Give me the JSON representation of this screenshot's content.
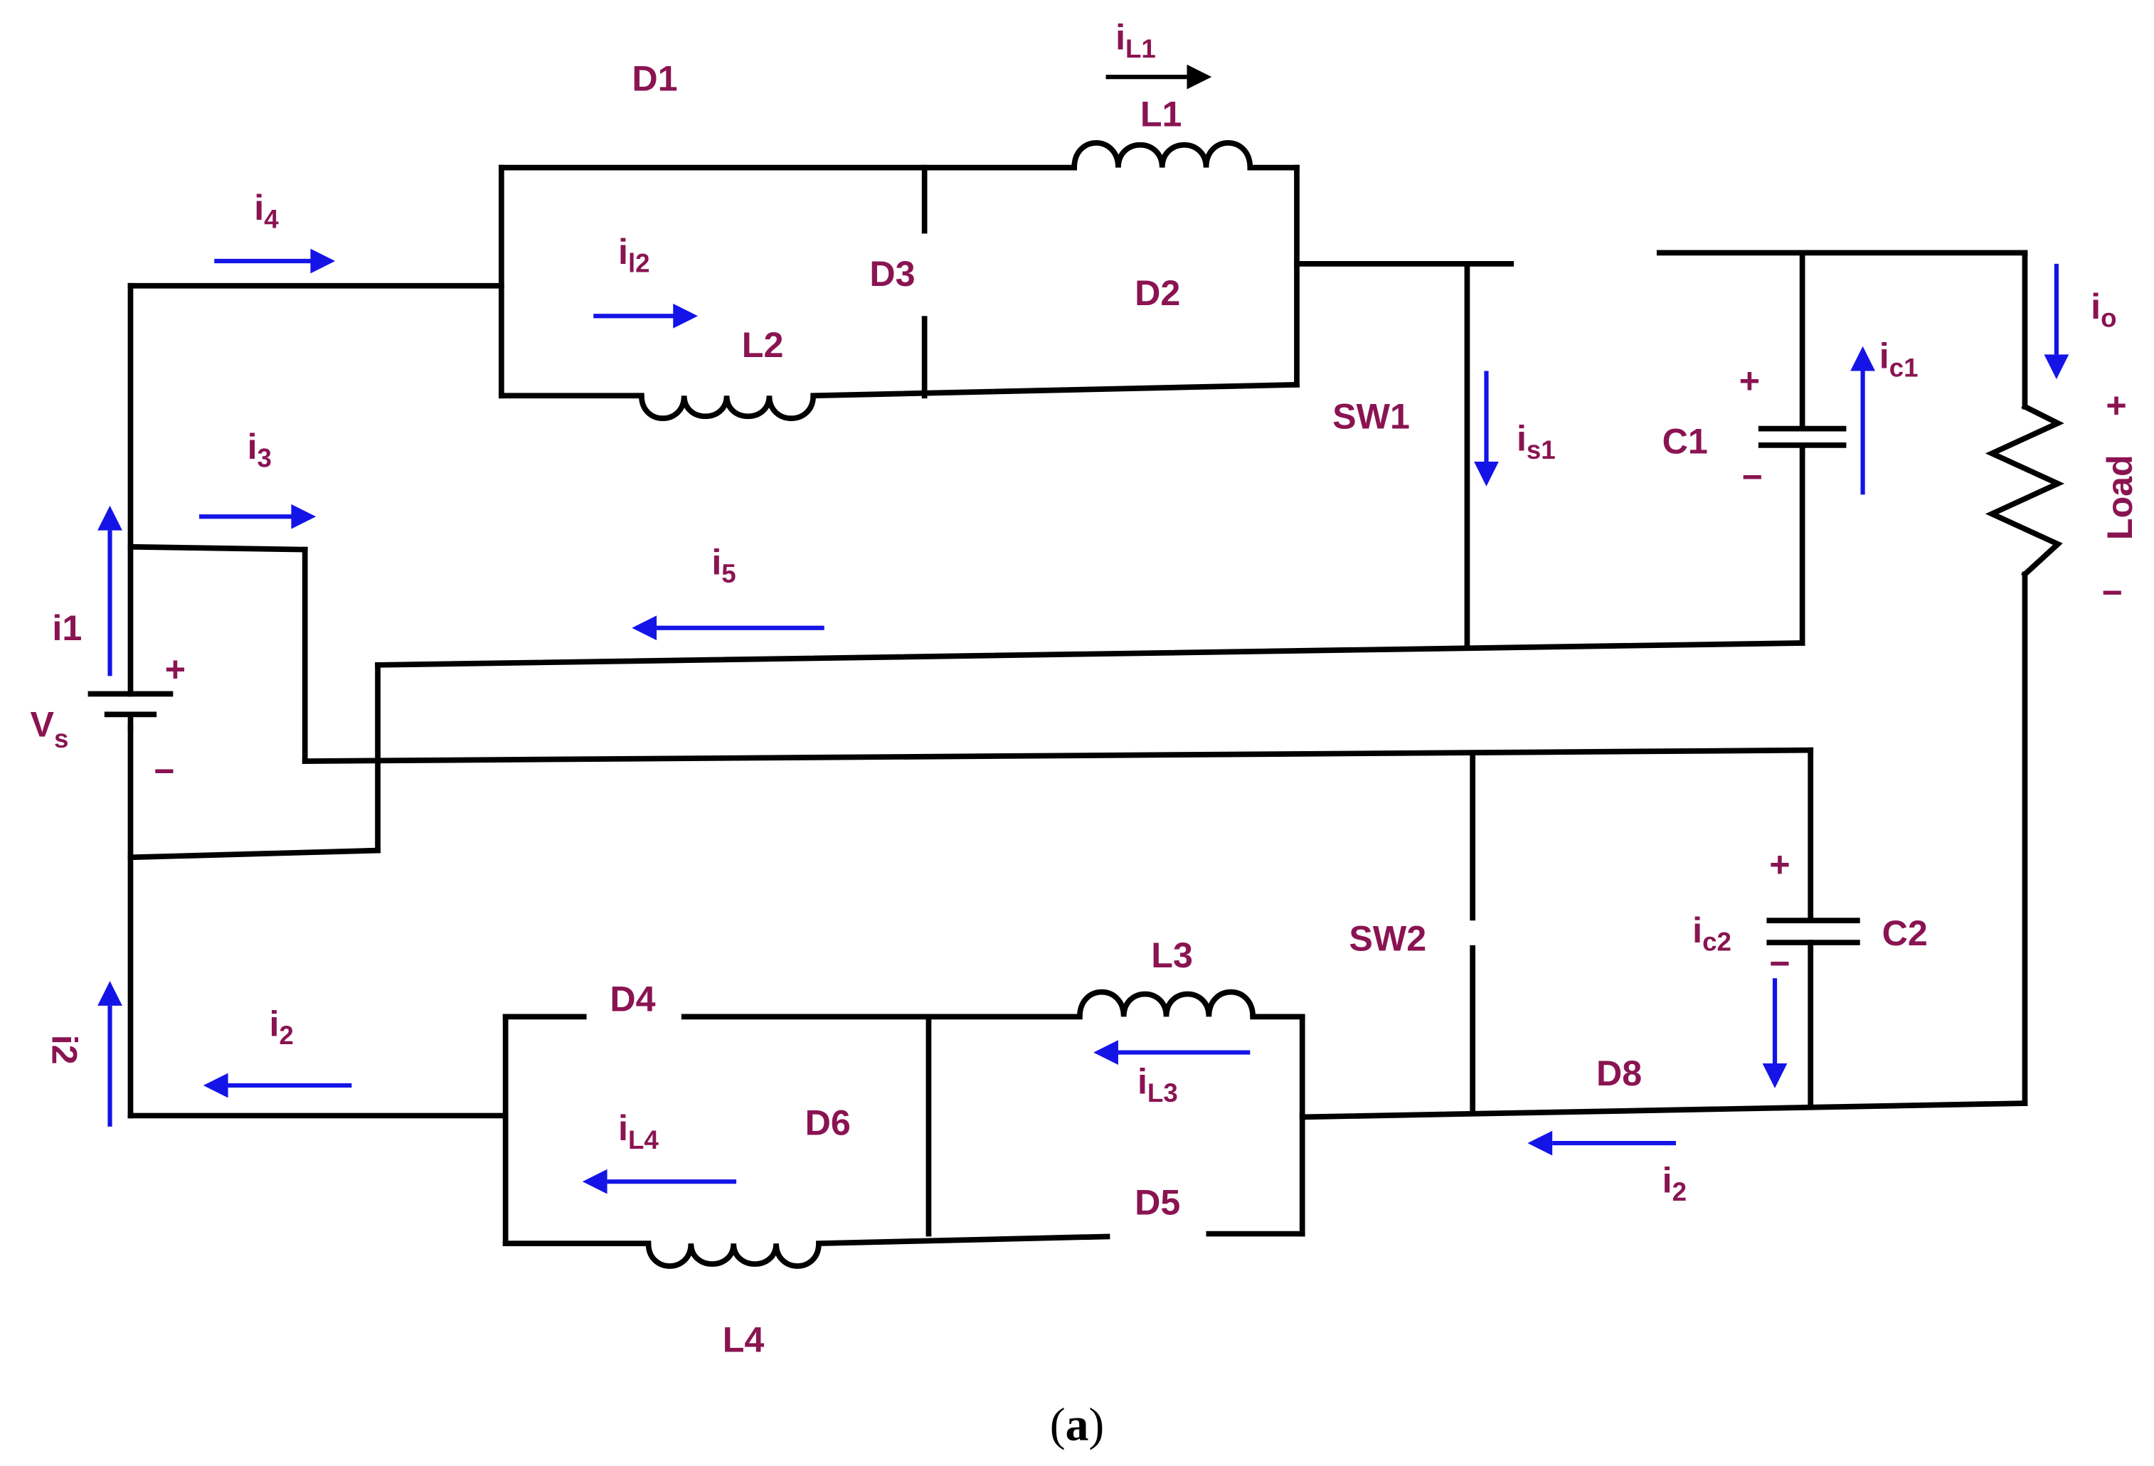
{
  "labels": {
    "D1": "D1",
    "D2": "D2",
    "D3": "D3",
    "D4": "D4",
    "D5": "D5",
    "D6": "D6",
    "D8": "D8",
    "L1": "L1",
    "L2": "L2",
    "L3": "L3",
    "L4": "L4",
    "SW1": "SW1",
    "SW2": "SW2",
    "C1": "C1",
    "C2": "C2",
    "load": "Load",
    "vs_main": "V",
    "vs_sub": "s"
  },
  "currents": {
    "iL1": {
      "main": "i",
      "sub": "L1"
    },
    "il2": {
      "main": "i",
      "sub": "l2"
    },
    "i4": {
      "main": "i",
      "sub": "4"
    },
    "i3": {
      "main": "i",
      "sub": "3"
    },
    "i5": {
      "main": "i",
      "sub": "5"
    },
    "i1": "i1",
    "i2_left": "i2",
    "i2_mid": {
      "main": "i",
      "sub": "2"
    },
    "i2_right": {
      "main": "i",
      "sub": "2"
    },
    "is1": {
      "main": "i",
      "sub": "s1"
    },
    "ic1": {
      "main": "i",
      "sub": "c1"
    },
    "ic2": {
      "main": "i",
      "sub": "c2"
    },
    "io": {
      "main": "i",
      "sub": "o"
    },
    "iL3": {
      "main": "i",
      "sub": "L3"
    },
    "iL4": {
      "main": "i",
      "sub": "L4"
    }
  },
  "polarity": {
    "plus": "+",
    "minus": "−"
  },
  "caption": {
    "open": "(",
    "letter": "a",
    "close": ")"
  },
  "colors": {
    "wire": "#000000",
    "arrow": "#1414e6",
    "label": "#8a1452"
  }
}
